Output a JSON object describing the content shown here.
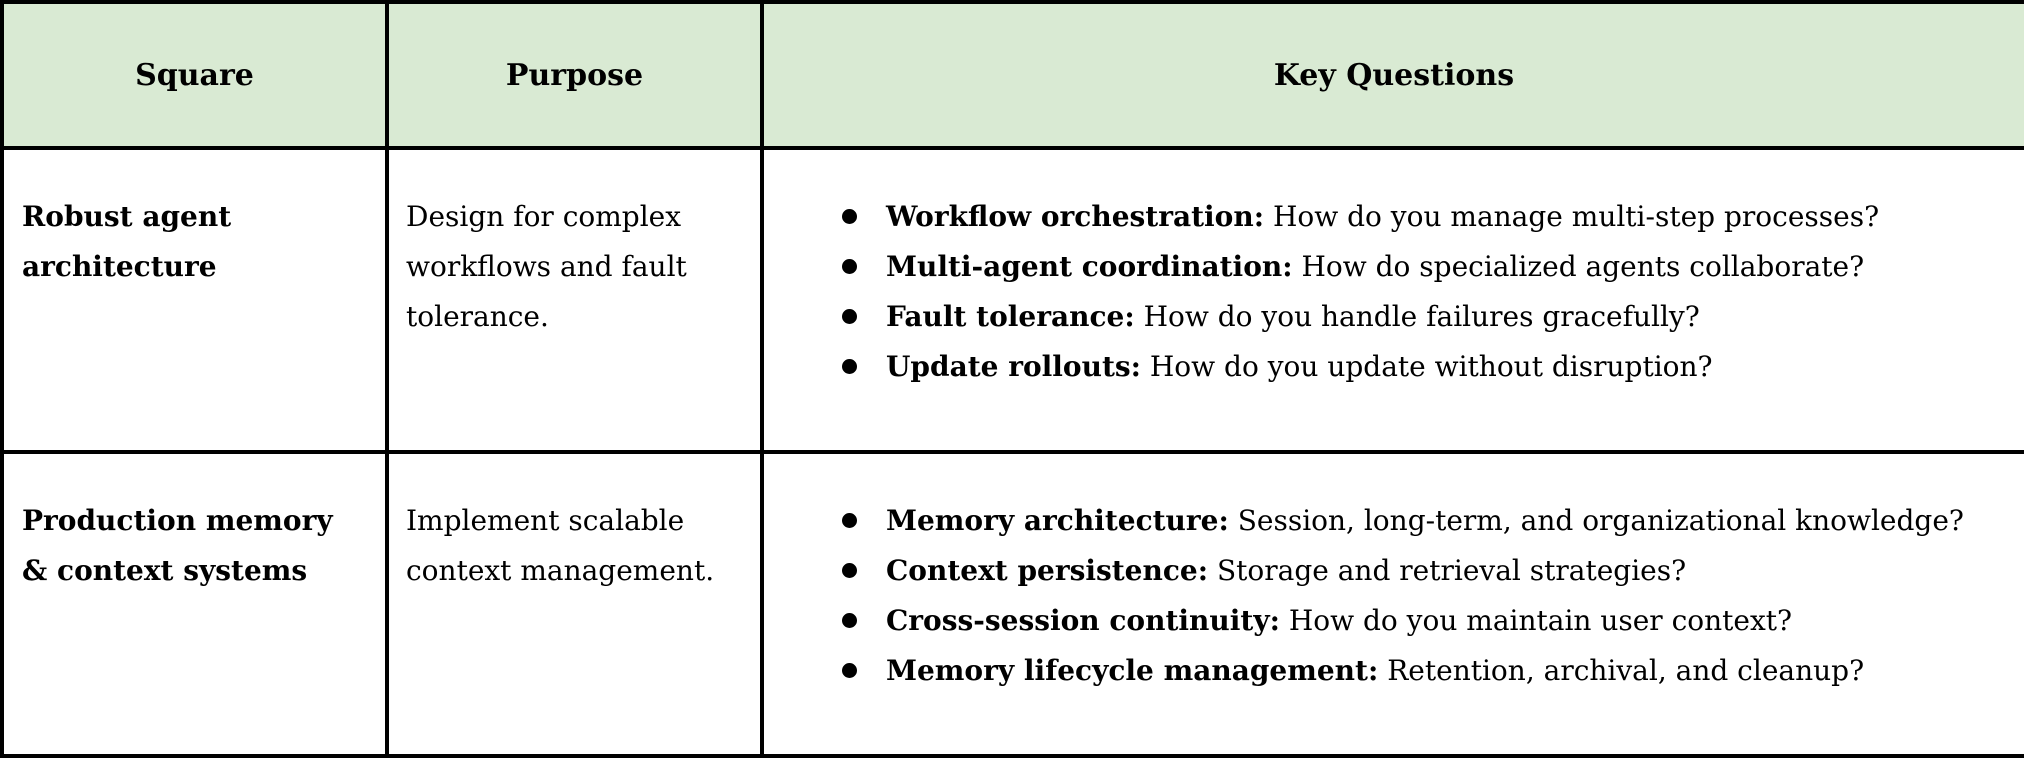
{
  "colors": {
    "header_bg": "#d9ead3",
    "border": "#000000"
  },
  "table": {
    "headers": {
      "square": "Square",
      "purpose": "Purpose",
      "key_questions": "Key Questions"
    },
    "rows": [
      {
        "square": "Robust agent architecture",
        "purpose": "Design for complex workflows and fault tolerance.",
        "questions": [
          {
            "label": "Workflow orchestration:",
            "text": " How do you manage multi-step processes?"
          },
          {
            "label": "Multi-agent coordination:",
            "text": " How do specialized agents collaborate?"
          },
          {
            "label": "Fault tolerance:",
            "text": " How do you handle failures gracefully?"
          },
          {
            "label": "Update rollouts:",
            "text": " How do you update without disruption?"
          }
        ]
      },
      {
        "square": "Production memory & context systems",
        "purpose": "Implement scalable context management.",
        "questions": [
          {
            "label": "Memory architecture:",
            "text": " Session, long-term, and organizational knowledge?"
          },
          {
            "label": "Context persistence:",
            "text": " Storage and retrieval strategies?"
          },
          {
            "label": "Cross-session continuity:",
            "text": " How do you maintain user context?"
          },
          {
            "label": "Memory lifecycle management:",
            "text": " Retention, archival, and cleanup?"
          }
        ]
      }
    ]
  }
}
